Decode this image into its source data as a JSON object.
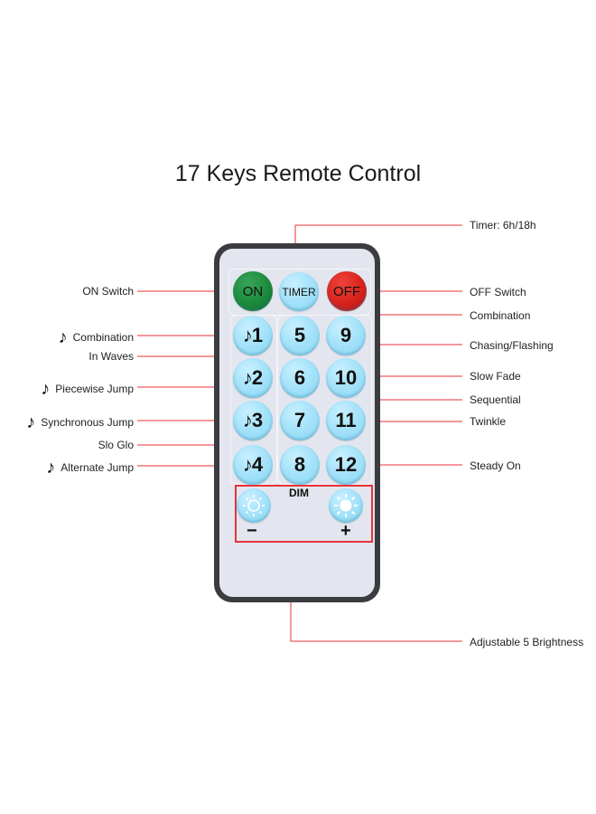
{
  "title": "17 Keys Remote Control",
  "buttons": {
    "on": "ON",
    "timer": "TIMER",
    "off": "OFF",
    "k1": "1",
    "k2": "2",
    "k3": "3",
    "k4": "4",
    "k5": "5",
    "k6": "6",
    "k7": "7",
    "k8": "8",
    "k9": "9",
    "k10": "10",
    "k11": "11",
    "k12": "12",
    "dim": "DIM",
    "minus": "−",
    "plus": "+",
    "note_glyph": "♪"
  },
  "labels_right": {
    "timer": "Timer: 6h/18h",
    "off_switch": "OFF Switch",
    "combination": "Combination",
    "chasing": "Chasing/Flashing",
    "slow_fade": "Slow Fade",
    "sequential": "Sequential",
    "twinkle": "Twinkle",
    "steady_on": "Steady On",
    "brightness": "Adjustable 5 Brightness"
  },
  "labels_left": {
    "on_switch": "ON Switch",
    "combination": "Combination",
    "in_waves": "In Waves",
    "piecewise": "Piecewise Jump",
    "synchronous": "Synchronous Jump",
    "slo_glo": "Slo Glo",
    "alternate": "Alternate Jump"
  },
  "colors": {
    "line": "#e8323a",
    "on_button": "#1c8a3c",
    "off_button": "#d8221c",
    "key_button": "#a6e3fa"
  }
}
